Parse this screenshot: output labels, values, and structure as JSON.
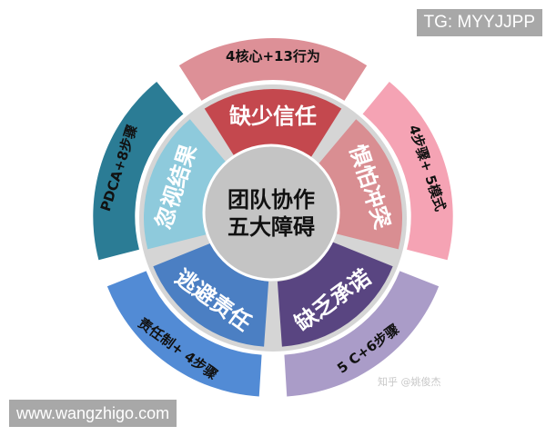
{
  "watermarks": {
    "top_right": "TG: MYYJJPP",
    "bottom_left": "www.wangzhigo.com",
    "attribution": "知乎 @姚俊杰"
  },
  "center": {
    "line1": "团队协作",
    "line2": "五大障碍",
    "color": "#c4c4c4"
  },
  "segments": [
    {
      "id": "trust",
      "inner_label": "缺少信任",
      "outer_label": "4核心+13行为",
      "inner_color": "#c4484e",
      "outer_color": "#dd9097",
      "start_deg": -126,
      "end_deg": -54
    },
    {
      "id": "conflict",
      "inner_label": "惧怕冲突",
      "outer_label": "4步骤+ 5模式",
      "inner_color": "#d98e92",
      "outer_color": "#f5a3b4",
      "start_deg": -54,
      "end_deg": 18
    },
    {
      "id": "commitment",
      "inner_label": "缺乏承诺",
      "outer_label": "5 C+6步骤",
      "inner_color": "#594581",
      "outer_color": "#aa9cc8",
      "start_deg": 18,
      "end_deg": 90
    },
    {
      "id": "accountability",
      "inner_label": "逃避责任",
      "outer_label": "责任制+ 4步骤",
      "inner_color": "#4b7fc3",
      "outer_color": "#528bd5",
      "start_deg": 90,
      "end_deg": 162
    },
    {
      "id": "results",
      "inner_label": "忽视结果",
      "outer_label": "PDCA+8步骤",
      "inner_color": "#8ecadc",
      "outer_color": "#2b7c95",
      "start_deg": 162,
      "end_deg": 234
    }
  ],
  "ring_gap_color": "#d5d5d5"
}
